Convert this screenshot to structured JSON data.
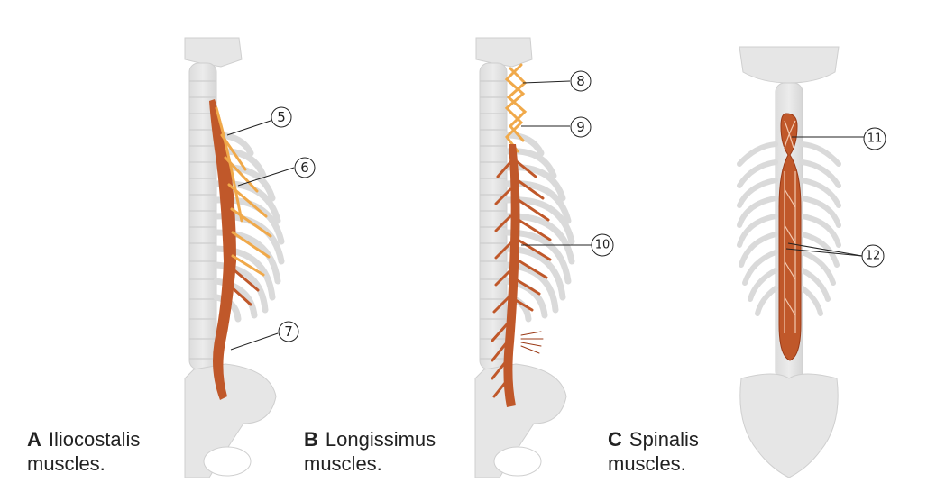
{
  "panels": [
    {
      "letter": "A",
      "title_line1": "Iliocostalis",
      "title_line2": "muscles.",
      "callouts": [
        "5",
        "6",
        "7"
      ]
    },
    {
      "letter": "B",
      "title_line1": "Longissimus",
      "title_line2": "muscles.",
      "callouts": [
        "8",
        "9",
        "10"
      ]
    },
    {
      "letter": "C",
      "title_line1": "Spinalis",
      "title_line2": "muscles.",
      "callouts": [
        "11",
        "12"
      ]
    }
  ],
  "colors": {
    "bone": "#e4e4e4",
    "bone_edge": "#c9c9c9",
    "muscle": "#c0582a",
    "muscle_light": "#f0a94a",
    "muscle_dark": "#9b3a16",
    "leader": "#222222"
  }
}
